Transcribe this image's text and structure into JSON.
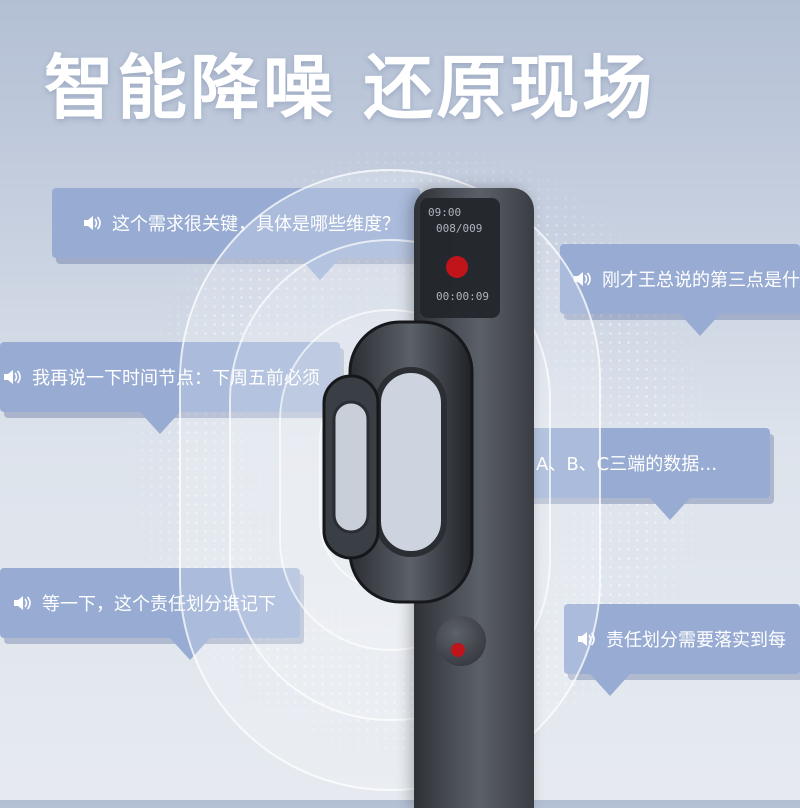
{
  "headline": "智能降噪 还原现场",
  "bubbles": [
    {
      "text": "这个需求很关键，具体是哪些维度？"
    },
    {
      "text": "刚才王总说的第三点是什"
    },
    {
      "text": "我再说一下时间节点：下周五前必须"
    },
    {
      "text": "A、B、C三端的数据…"
    },
    {
      "text": "等一下，这个责任划分谁记下"
    },
    {
      "text": "责任划分需要落实到每"
    }
  ],
  "device": {
    "time": "09:00",
    "counter": "008/009",
    "timer": "00:00:09"
  },
  "colors": {
    "bubble": "#98acd3",
    "record": "#c0141b",
    "headline": "#ffffff"
  },
  "icons": [
    "speaker-icon",
    "noise-canceling-microphone-icon"
  ]
}
